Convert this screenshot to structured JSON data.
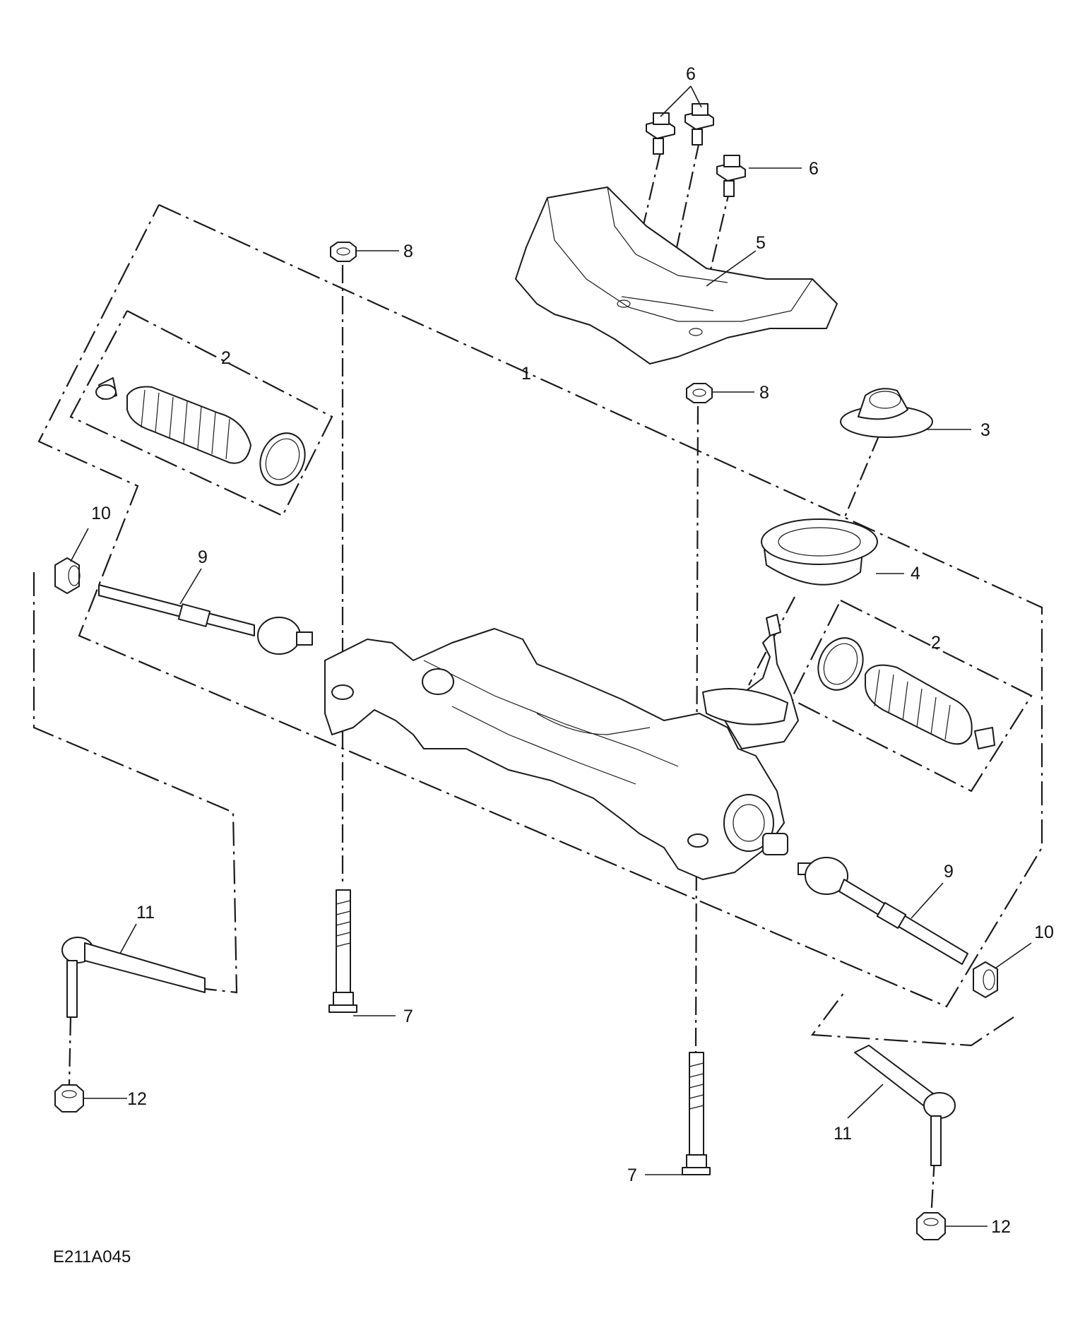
{
  "figure_code": "E211A045",
  "callouts": {
    "c1": "1",
    "c2a": "2",
    "c2b": "2",
    "c3": "3",
    "c4": "4",
    "c5": "5",
    "c6a": "6",
    "c6b": "6",
    "c7a": "7",
    "c7b": "7",
    "c8a": "8",
    "c8b": "8",
    "c9a": "9",
    "c9b": "9",
    "c10a": "10",
    "c10b": "10",
    "c11a": "11",
    "c11b": "11",
    "c12a": "12",
    "c12b": "12"
  },
  "colors": {
    "line": "#1a1a1a",
    "background": "#ffffff"
  }
}
